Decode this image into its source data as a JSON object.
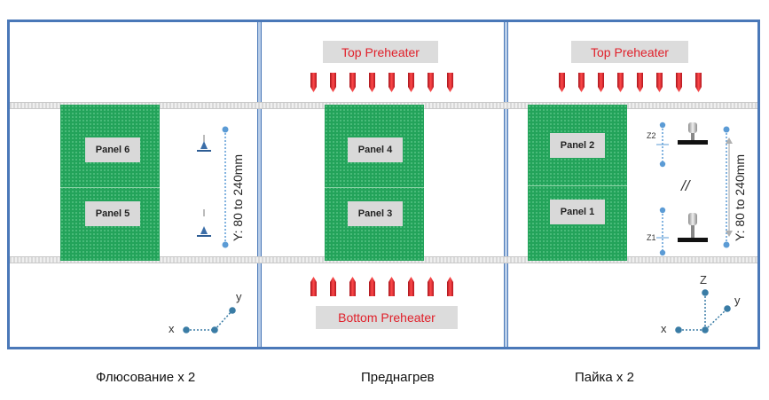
{
  "columns": [
    {
      "caption": "Флюсование x 2",
      "panels": [
        "Panel 6",
        "Panel 5"
      ],
      "y_range": "Y: 80 to 240mm",
      "axes": {
        "x": "x",
        "y": "y"
      }
    },
    {
      "caption": "Преднагрев",
      "panels": [
        "Panel 4",
        "Panel 3"
      ],
      "top_heater": "Top Preheater",
      "bottom_heater": "Bottom Preheater"
    },
    {
      "caption": "Пайка x 2",
      "panels": [
        "Panel 2",
        "Panel 1"
      ],
      "top_heater": "Top Preheater",
      "y_range": "Y: 80 to 240mm",
      "z_labels": [
        "Z2",
        "Z1"
      ],
      "separator": "//",
      "axes": {
        "x": "x",
        "y": "y",
        "z": "Z"
      }
    }
  ],
  "colors": {
    "frame": "#4a78b8",
    "board": "#23a35a",
    "heater_arrow": "#e0202a",
    "heater_text": "#e0202a",
    "axis_dot": "#3a7ca5",
    "dim_dot": "#5b9bd5"
  }
}
